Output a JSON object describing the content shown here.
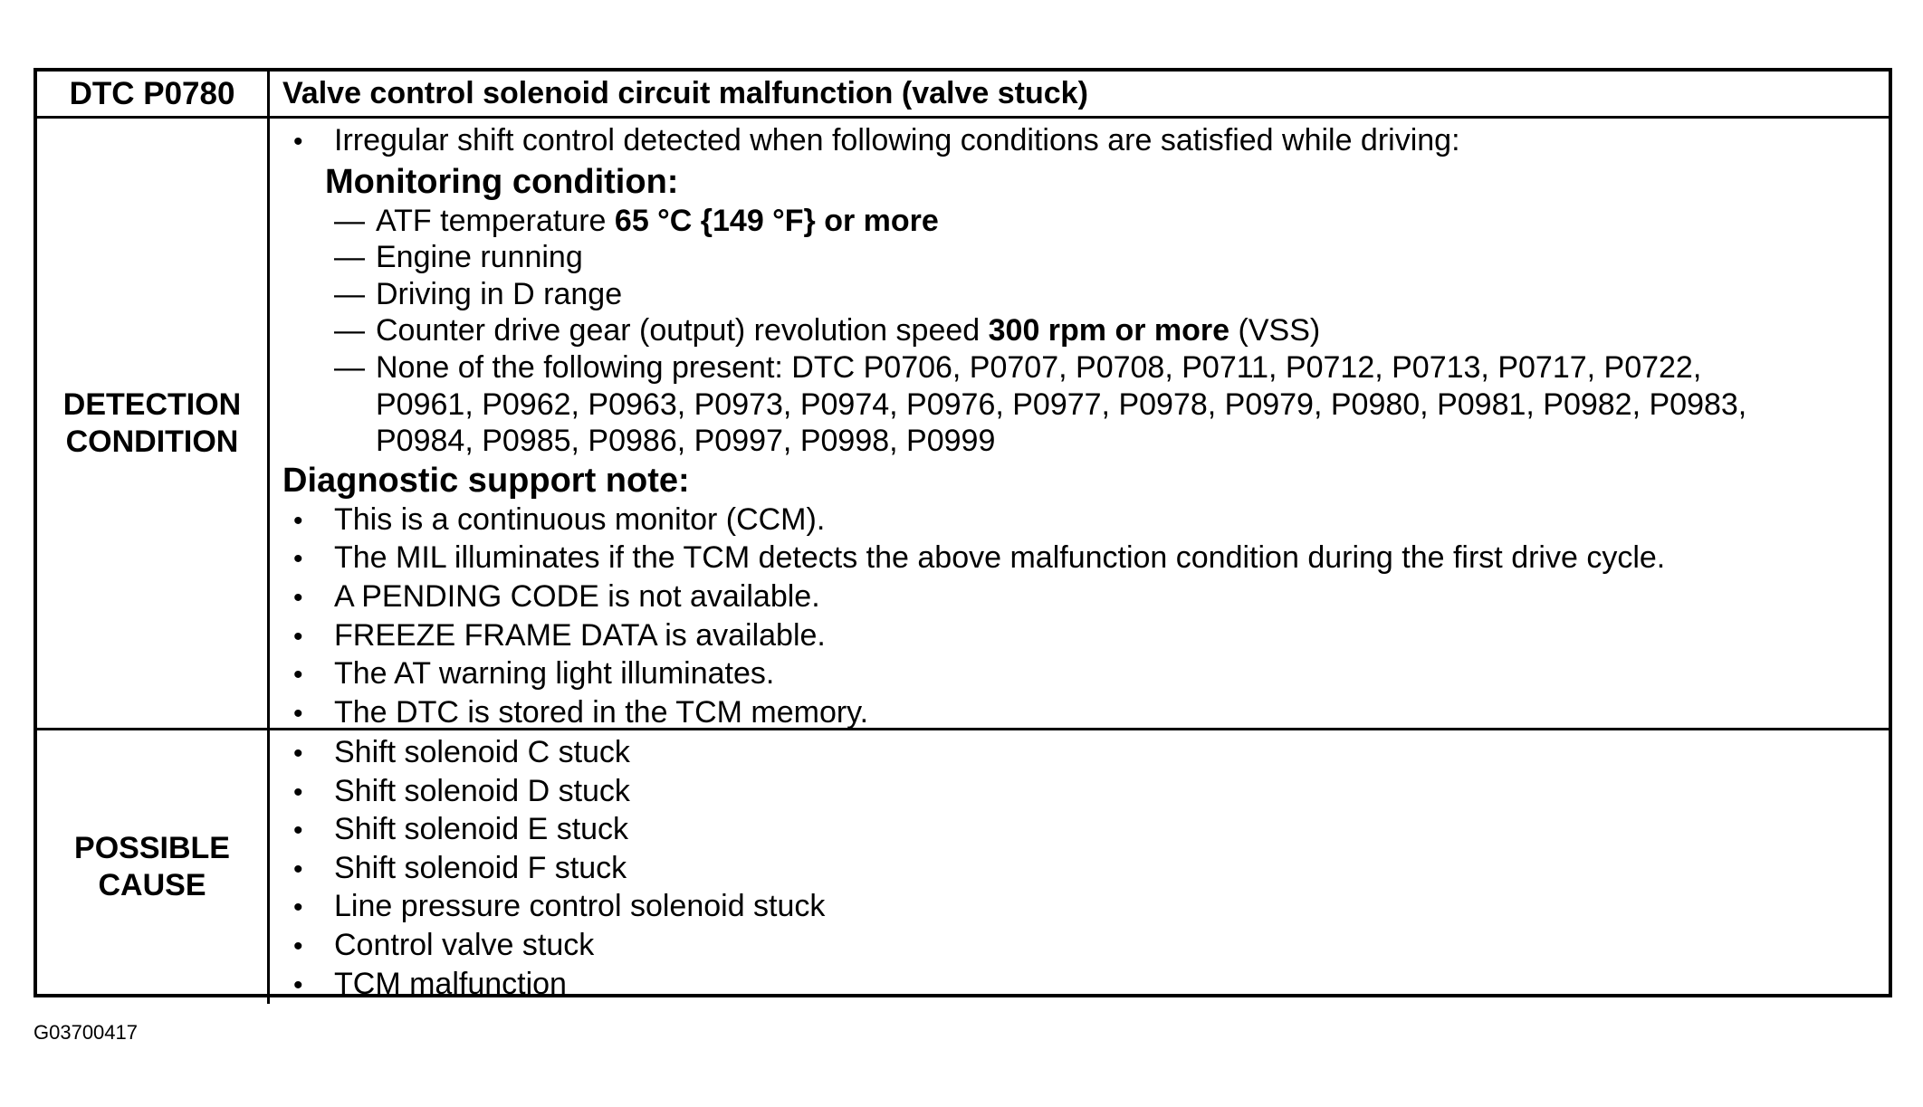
{
  "header": {
    "code": "DTC P0780",
    "title": "Valve control solenoid circuit malfunction (valve stuck)"
  },
  "detection": {
    "label_line1": "DETECTION",
    "label_line2": "CONDITION",
    "intro": "Irregular shift control detected when following conditions are satisfied while driving:",
    "monitoring_heading": "Monitoring condition:",
    "monitoring": [
      {
        "before": "ATF temperature ",
        "bold": "65 °C {149 °F} or more",
        "after": ""
      },
      {
        "before": "Engine running",
        "bold": "",
        "after": ""
      },
      {
        "before": "Driving in D range",
        "bold": "",
        "after": ""
      },
      {
        "before": "Counter drive gear (output) revolution speed ",
        "bold": "300 rpm or more",
        "after": " (VSS)"
      },
      {
        "before": "None of the following present: DTC P0706, P0707, P0708, P0711, P0712, P0713, P0717, P0722,",
        "bold": "",
        "after": ""
      }
    ],
    "monitoring_continuation": [
      "P0961, P0962, P0963, P0973, P0974, P0976, P0977, P0978, P0979, P0980, P0981, P0982, P0983,",
      "P0984, P0985, P0986, P0997, P0998, P0999"
    ],
    "support_heading": "Diagnostic support note:",
    "support_notes": [
      "This is a continuous monitor (CCM).",
      "The MIL illuminates if the TCM detects the above malfunction condition during the first drive cycle.",
      "A PENDING CODE is not available.",
      "FREEZE FRAME DATA is available.",
      "The AT warning light illuminates.",
      "The DTC is stored in the TCM memory."
    ]
  },
  "possible_cause": {
    "label_line1": "POSSIBLE",
    "label_line2": "CAUSE",
    "items": [
      "Shift solenoid C stuck",
      "Shift solenoid D stuck",
      "Shift solenoid E stuck",
      "Shift solenoid F stuck",
      "Line pressure control solenoid stuck",
      "Control valve stuck",
      "TCM malfunction"
    ]
  },
  "symbols": {
    "bullet": "•",
    "dash": "—"
  },
  "figure_id": "G03700417"
}
